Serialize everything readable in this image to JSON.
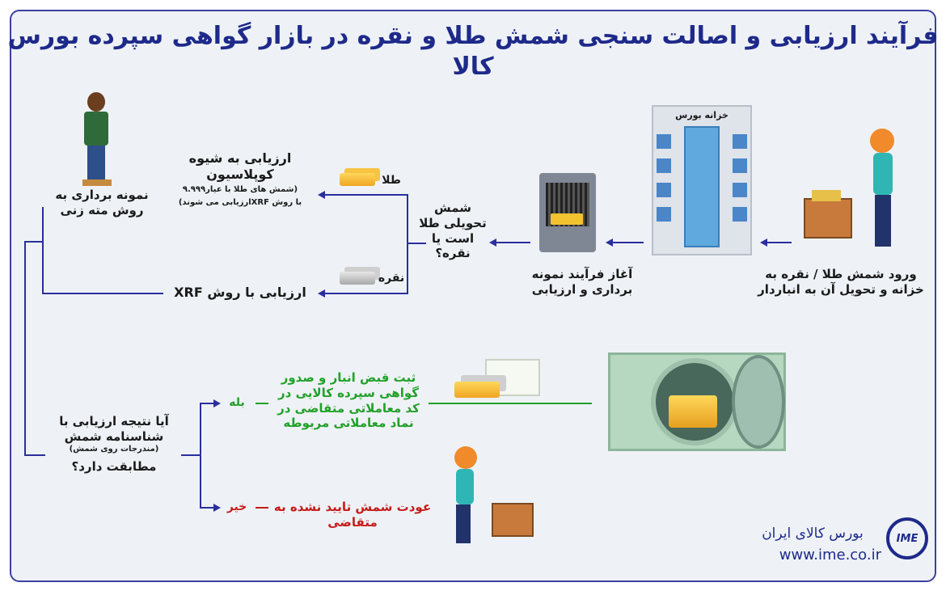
{
  "title": "فرآیند ارزیابی و اصالت سنجی شمش طلا و نقره در بازار گواهی سپرده بورس کالا",
  "steps": {
    "entry": "ورود شمش طلا / نقره به خزانه و تحویل آن به انباردار",
    "treasury_sign": "خزانه بورس",
    "start_sampling": "آغاز فرآیند نمونه برداری و ارزیابی",
    "question_type": "شمش تحویلی طلا است یا نقره؟",
    "gold_label": "طلا",
    "silver_label": "نقره",
    "gold_eval": "ارزیابی به شیوه کوپلاسیون",
    "gold_note_1": "(شمش های طلا با عیار۹.۹۹۹",
    "gold_note_2": "با روش XRFارزیابی می شوند)",
    "silver_eval": "ارزیابی با روش XRF",
    "drill_sampling": "نمونه برداری به روش مته زنی",
    "match_q1": "آیا نتیجه ارزیابی با شناسنامه شمش",
    "match_q2": "(مندرجات روی شمش)",
    "match_q3": "مطابقت دارد؟",
    "yes": "بله",
    "no": "خیر",
    "yes_result": "ثبت قبض انبار و صدور گواهی سپرده کالایی در کد معاملاتی متقاضی در نماد معاملاتی مربوطه",
    "no_result": "عودت شمش تایید نشده به متقاضی"
  },
  "footer": {
    "org": "بورس کالای ایران",
    "url": "www.ime.co.ir",
    "logo_text": "IME"
  },
  "colors": {
    "line": "#2b2f9c",
    "yes": "#22a02a",
    "no": "#c61b1b",
    "title": "#1e2a8a"
  }
}
